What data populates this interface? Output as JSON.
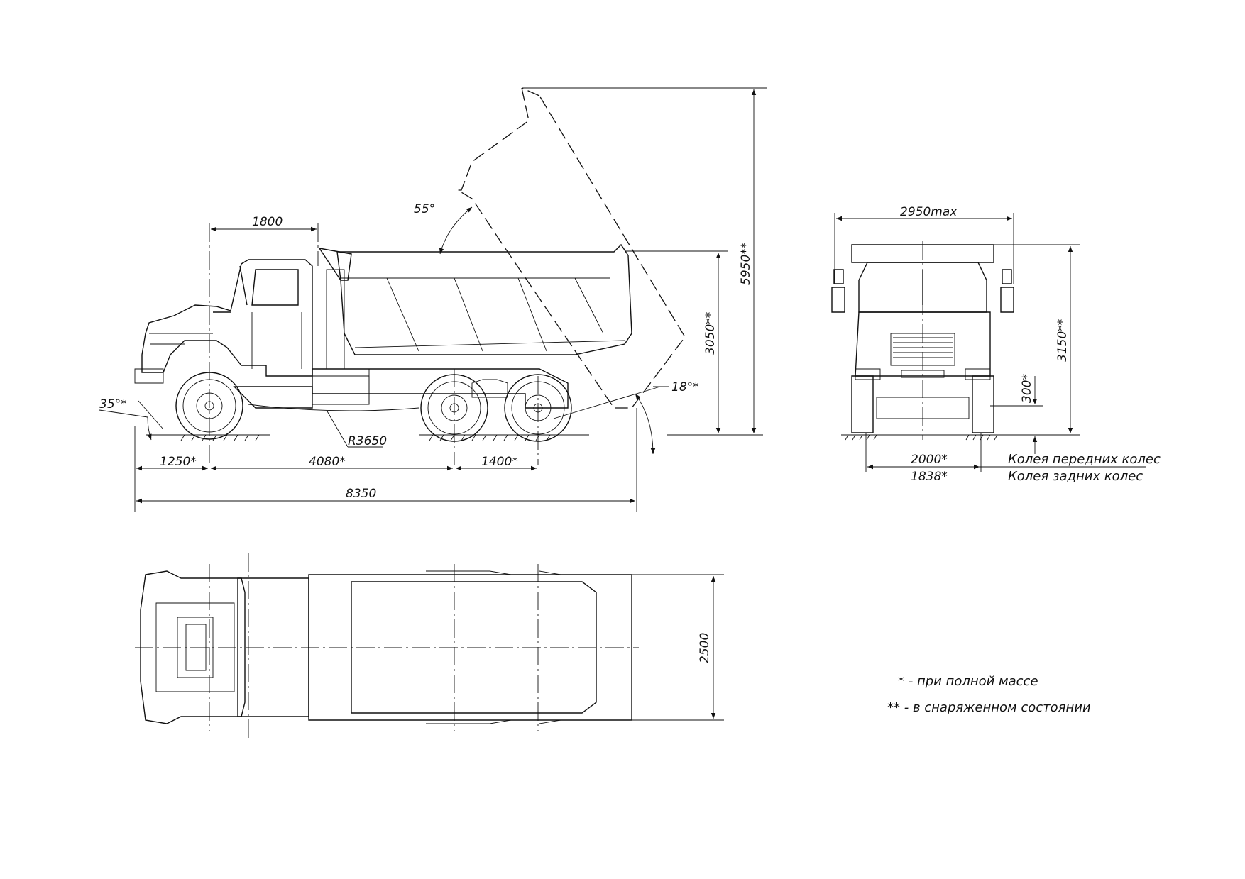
{
  "dimensions": {
    "cab_length": "1800",
    "tip_angle": "55°",
    "tipped_height": "5950**",
    "loaded_height": "3050**",
    "departure_angle": "18°*",
    "approach_angle": "35°*",
    "ramp_radius": "R3650",
    "front_overhang": "1250*",
    "wheelbase": "4080*",
    "bogie_base": "1400*",
    "overall_length": "8350",
    "body_width": "2500",
    "overall_width": "2950max",
    "front_height": "3150**",
    "ground_clearance": "300*",
    "front_track": "2000*",
    "rear_track": "1838*"
  },
  "labels": {
    "front_track_label": "Колея передних колес",
    "rear_track_label": "Колея задних колес"
  },
  "notes": {
    "note_full_mass": "* - при полной массе",
    "note_curb": "** - в снаряженном состоянии"
  }
}
